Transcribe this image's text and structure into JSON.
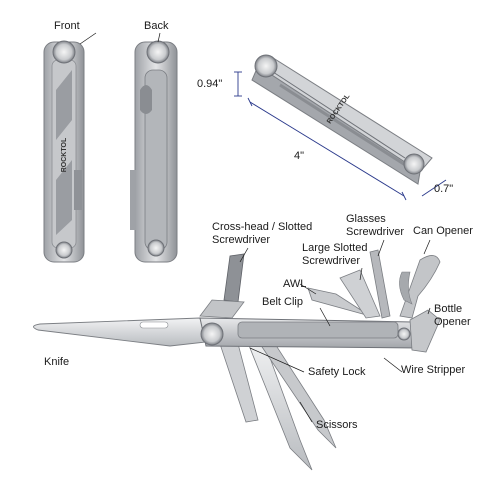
{
  "views": {
    "front": "Front",
    "back": "Back"
  },
  "brand": "ROCKTOL",
  "dimensions": {
    "height": "0.94\"",
    "length": "4\"",
    "width": "0.7\""
  },
  "labels": {
    "cross_head_line1": "Cross-head / Slotted",
    "cross_head_line2": "Screwdriver",
    "glasses_line1": "Glasses",
    "glasses_line2": "Screwdriver",
    "can_opener": "Can Opener",
    "large_slotted_line1": "Large Slotted",
    "large_slotted_line2": "Screwdriver",
    "awl": "AWL",
    "belt_clip": "Belt Clip",
    "bottle_line1": "Bottle",
    "bottle_line2": "Opener",
    "knife": "Knife",
    "safety_lock": "Safety Lock",
    "wire_stripper": "Wire Stripper",
    "scissors": "Scissors"
  },
  "colors": {
    "steel_light": "#d9dadc",
    "steel_mid": "#b7b9bd",
    "steel_dark": "#6f7278",
    "dim_line": "#2b3a8c"
  }
}
